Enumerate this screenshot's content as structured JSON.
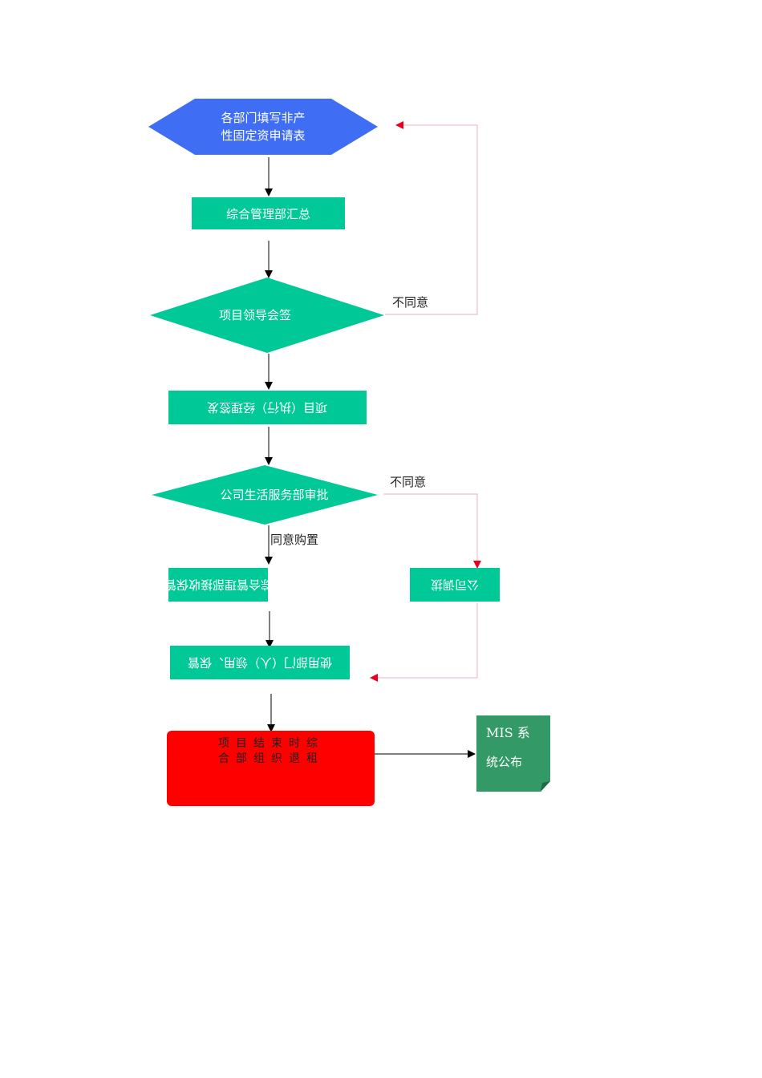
{
  "flowchart": {
    "start": {
      "line1": "各部门填写非产",
      "line2": "性固定资申请表"
    },
    "summary": "综合管理部汇总",
    "leader_sign": "项目领导会签",
    "manager_sign": "项目（执行）经理签发",
    "approval": "公司生活服务部审批",
    "accept": "综合管理部接收保管",
    "transfer": "公司调拔",
    "use": "使用部门（人）领用、保管",
    "end": {
      "line1": "项目结束时综",
      "line2": "合部组织退租"
    },
    "publish": {
      "line1": "MIS 系",
      "line2": "统公布"
    },
    "labels": {
      "disagree_1": "不同意",
      "disagree_2": "不同意",
      "agree_purchase": "同意购置"
    }
  },
  "colors": {
    "start_hexagon": "#3f6ef5",
    "process_green": "#00c896",
    "end_red": "#ff0000",
    "document_green": "#339966",
    "feedback_arrow": "#e8001c"
  }
}
